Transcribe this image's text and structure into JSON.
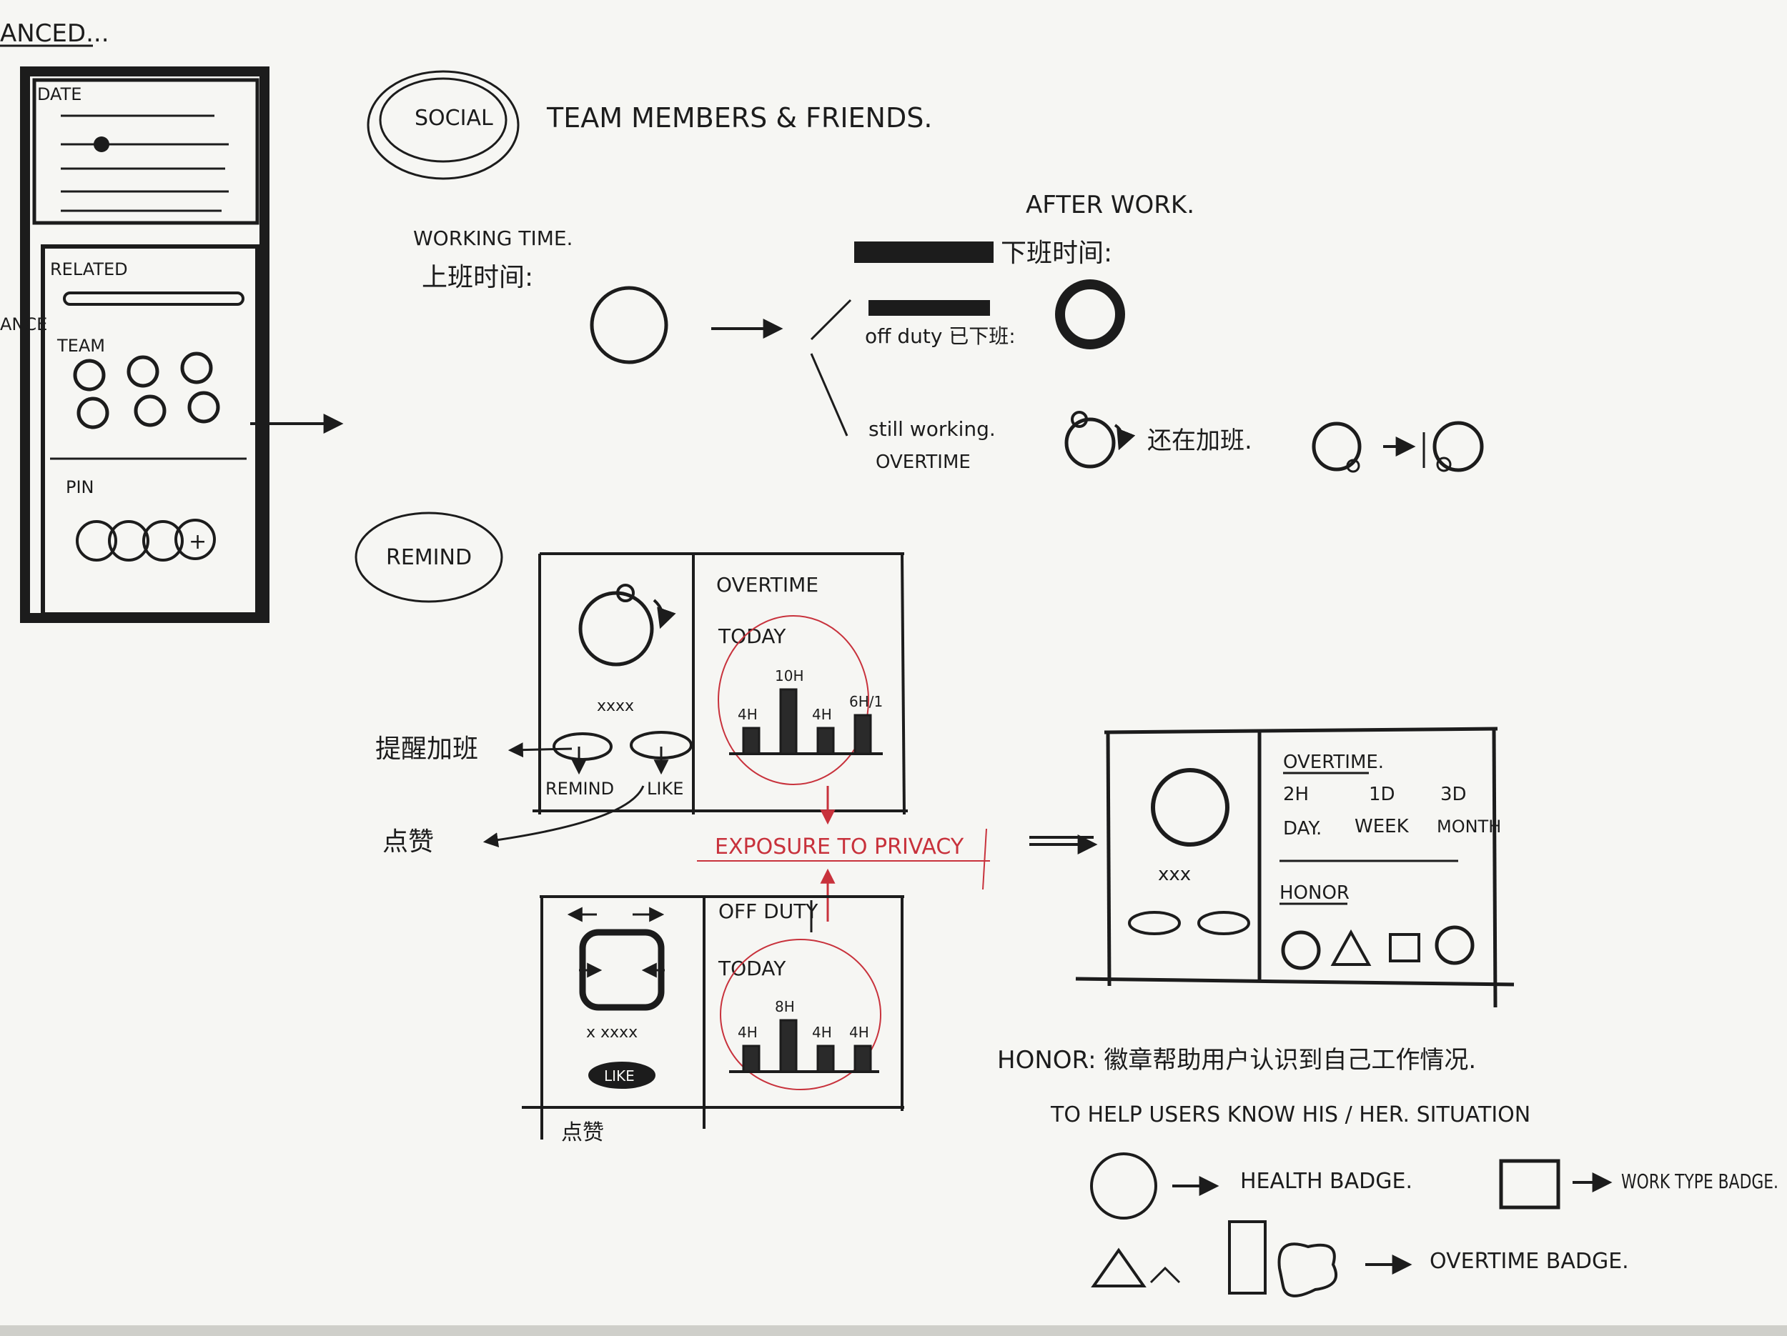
{
  "colors": {
    "ink": "#1c1c1c",
    "red_ink": "#c8323c",
    "paper": "#f6f6f3"
  },
  "header": {
    "title_partial": "ANCED..."
  },
  "left_phone": {
    "date_label": "DATE",
    "related_label": "RELATED",
    "team_label": "TEAM",
    "pin_label": "PIN"
  },
  "social": {
    "circle_label": "SOCIAL",
    "description": "TEAM MEMBERS & FRIENDS."
  },
  "working_time": {
    "en": "WORKING TIME.",
    "zh": "上班时间:"
  },
  "after_work": {
    "title": "AFTER WORK.",
    "zh_time": "下班时间:",
    "off_duty": "off duty 已下班:",
    "still_working": "still working.",
    "overtime": "OVERTIME",
    "zh_overtime": "还在加班."
  },
  "remind": {
    "circle_label": "REMIND",
    "card1": {
      "name": "xxxx",
      "remind_button": "REMIND",
      "like_button": "LIKE",
      "chart_title": "OVERTIME",
      "today": "TODAY"
    },
    "note_remind": "提醒加班",
    "note_like": "点赞",
    "privacy_note": "EXPOSURE TO PRIVACY",
    "card2": {
      "name": "x xxxx",
      "like_button": "LIKE",
      "chart_title": "OFF DUTY",
      "today": "TODAY",
      "below_note": "点赞"
    }
  },
  "profile_card": {
    "name": "xxx",
    "overtime_title": "OVERTIME.",
    "stats": [
      "2H",
      "1D",
      "3D"
    ],
    "periods": [
      "DAY.",
      "WEEK",
      "MONTH"
    ],
    "honor_title": "HONOR"
  },
  "honor_note": {
    "zh": "HONOR: 徽章帮助用户认识到自己工作情况.",
    "en": "TO HELP USERS KNOW HIS / HER. SITUATION",
    "health_badge": "HEALTH BADGE.",
    "work_type_badge": "WORK TYPE BADGE.",
    "overtime_badge": "OVERTIME BADGE."
  },
  "chart_data": [
    {
      "type": "bar",
      "title": "OVERTIME",
      "categories": [
        "",
        "",
        "",
        ""
      ],
      "bar_labels": [
        "4H",
        "10H",
        "4H",
        "6H/1"
      ],
      "values": [
        4,
        10,
        4,
        6
      ],
      "xlabel": "TODAY",
      "ylabel": ""
    },
    {
      "type": "bar",
      "title": "OFF DUTY",
      "categories": [
        "",
        "",
        "",
        ""
      ],
      "bar_labels": [
        "4H",
        "8H",
        "4H",
        "4H"
      ],
      "values": [
        4,
        8,
        4,
        4
      ],
      "xlabel": "TODAY",
      "ylabel": ""
    }
  ]
}
